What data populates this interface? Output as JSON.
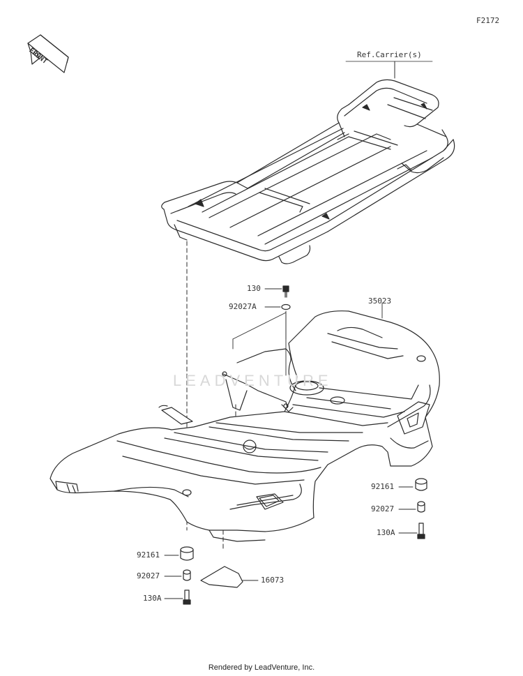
{
  "figure_code": "F2172",
  "front_label": "FRONT",
  "watermark": "LEADVENTURE",
  "footer": "Rendered by LeadVenture, Inc.",
  "callouts": {
    "ref_carrier": "Ref.Carrier(s)",
    "p130": "130",
    "p92027a": "92027A",
    "p35023": "35023",
    "p92161_right": "92161",
    "p92027_right": "92027",
    "p130a_right": "130A",
    "p92161_left": "92161",
    "p92027_left": "92027",
    "p130a_left": "130A",
    "p16073": "16073"
  }
}
